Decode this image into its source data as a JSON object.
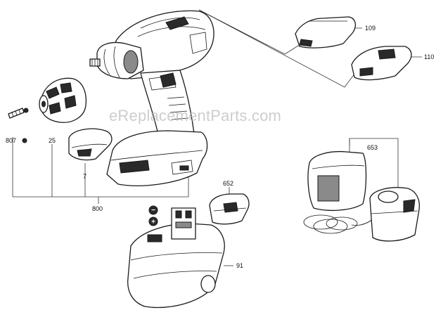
{
  "watermark": "eReplacementParts.com",
  "callouts": {
    "battery_contact_tab": "109",
    "battery_connector_cover": "110",
    "charger_set": "653",
    "battery_insert": "652",
    "screw": "807",
    "chuck": "25",
    "belt_clip": "7",
    "housing_group": "800",
    "battery_pack": "91"
  },
  "symbols": {
    "minus": "−",
    "plus": "+"
  }
}
